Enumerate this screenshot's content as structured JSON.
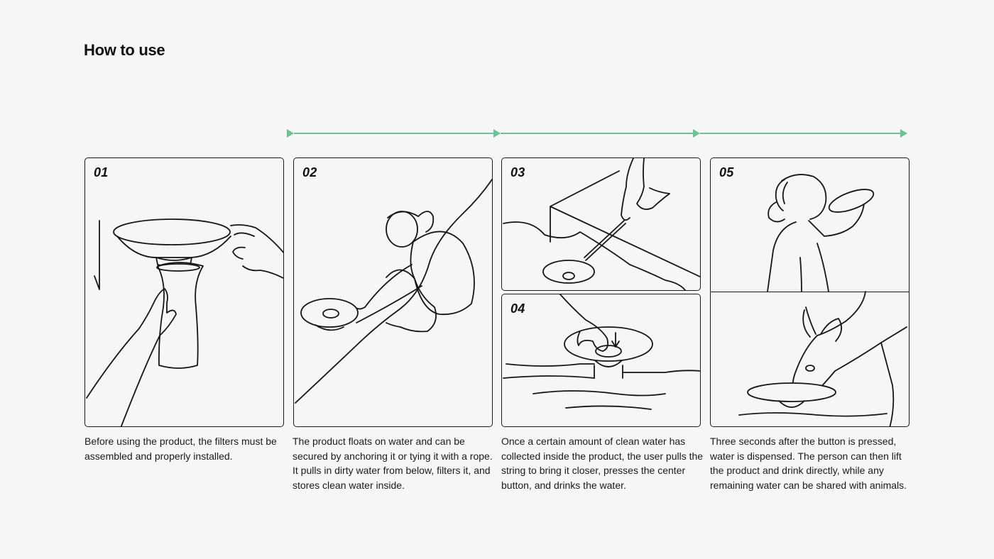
{
  "page": {
    "title": "How to use"
  },
  "colors": {
    "accent": "#6cc393",
    "background": "#f6f6f6",
    "ink": "#151515"
  },
  "steps": [
    {
      "number": "01",
      "caption": "Before using the product, the filters must be assembled and properly installed."
    },
    {
      "number": "02",
      "caption": "The product floats on water and can be secured by anchoring it or tying it with a rope. It pulls in dirty water from below, filters it, and stores clean water inside."
    },
    {
      "number": "03",
      "caption": "Once a certain amount of clean water has collected inside the product, the user pulls the string to bring it closer, presses the center button, and drinks the water."
    },
    {
      "number": "04"
    },
    {
      "number": "05",
      "caption": "Three seconds after the button is pressed, water is dispensed. The person can then lift the product and drink directly, while any remaining water can be shared with animals."
    }
  ]
}
